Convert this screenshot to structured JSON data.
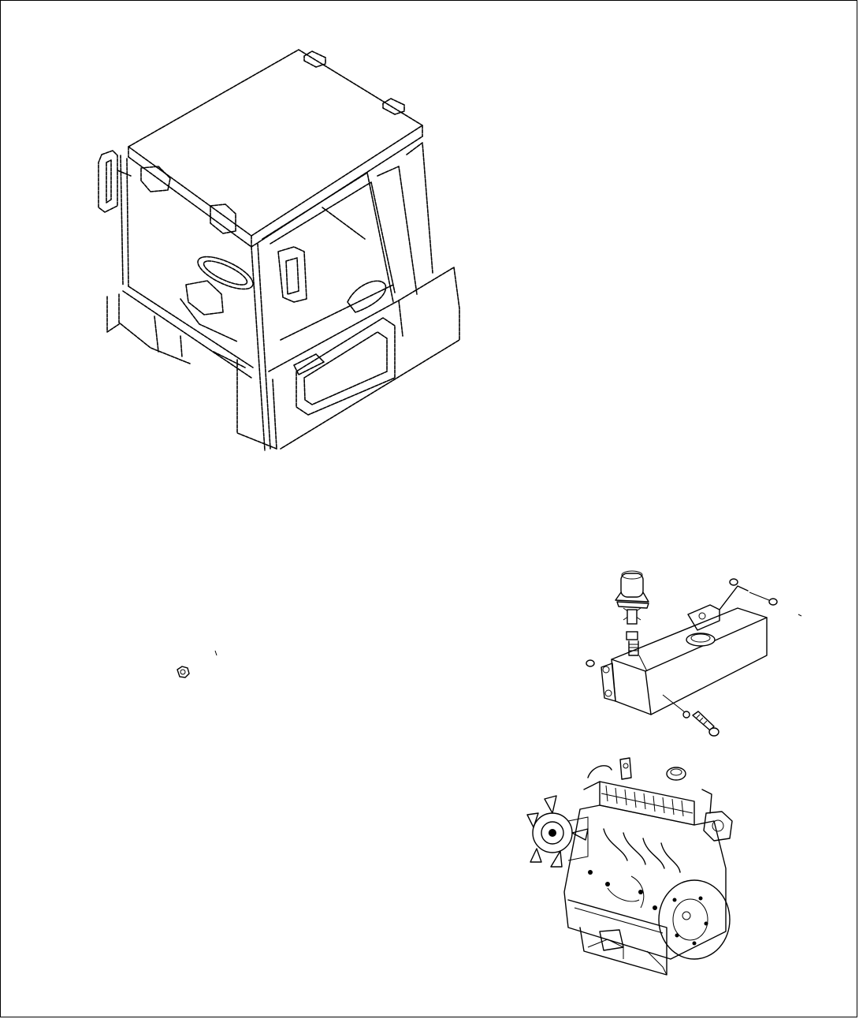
{
  "diagram": {
    "figures": [
      {
        "name": "cab",
        "icon": "operator-cab-illustration"
      },
      {
        "name": "nut",
        "icon": "hex-nut-illustration"
      },
      {
        "name": "reservoir-tank",
        "icon": "reservoir-tank-illustration"
      },
      {
        "name": "engine",
        "icon": "diesel-engine-illustration"
      }
    ],
    "line_color": "#000000",
    "background": "#ffffff"
  }
}
